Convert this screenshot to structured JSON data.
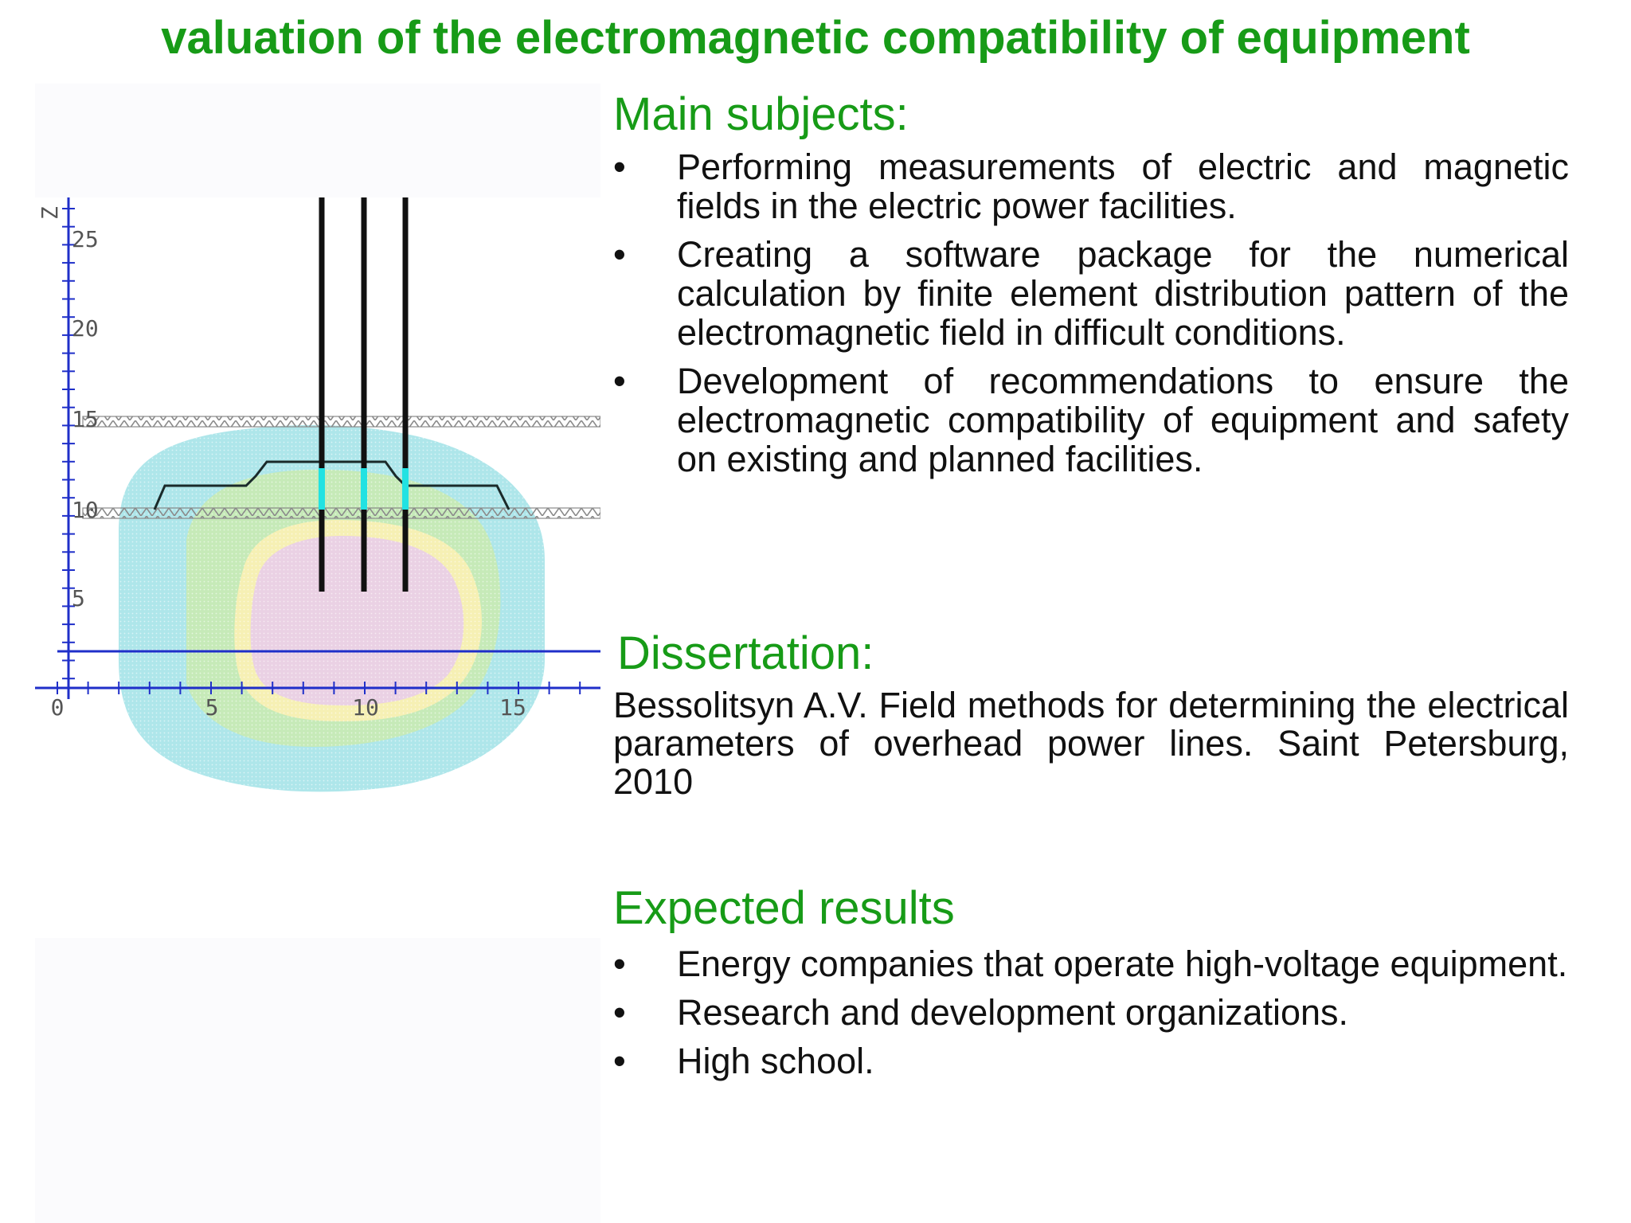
{
  "title": "valuation of the electromagnetic compatibility of equipment",
  "main_subjects": {
    "heading": "Main subjects:",
    "items": [
      "Performing measurements of electric and magnetic fields in the electric power facilities.",
      "Creating a software package for the numerical calculation by finite element distribution pattern of the electromagnetic field in difficult conditions.",
      "Development of recommendations to ensure the electromagnetic compatibility of equipment and safety on existing and planned facilities."
    ]
  },
  "dissertation": {
    "heading": "Dissertation:",
    "text": "Bessolitsyn A.V. Field methods for determining the electrical parameters of overhead power lines. Saint Petersburg, 2010"
  },
  "expected_results": {
    "heading": "Expected results",
    "items": [
      "Energy companies that operate high-voltage equipment.",
      "Research and development organizations.",
      "High school."
    ]
  },
  "bullet_char": "•",
  "figure": {
    "z_axis_label": "Z",
    "z_ticks": [
      "5",
      "10",
      "15",
      "20",
      "25"
    ],
    "x_ticks": [
      "0",
      "5",
      "10",
      "15"
    ]
  },
  "colors": {
    "title_green": "#179b17",
    "field_outer": "#aee6ea",
    "field_green": "#c6eab8",
    "field_yellow": "#f6f0b4",
    "field_core": "#ead1e4",
    "axis_blue": "#1f2fc9",
    "conductor_cyan": "#22e2e2"
  }
}
